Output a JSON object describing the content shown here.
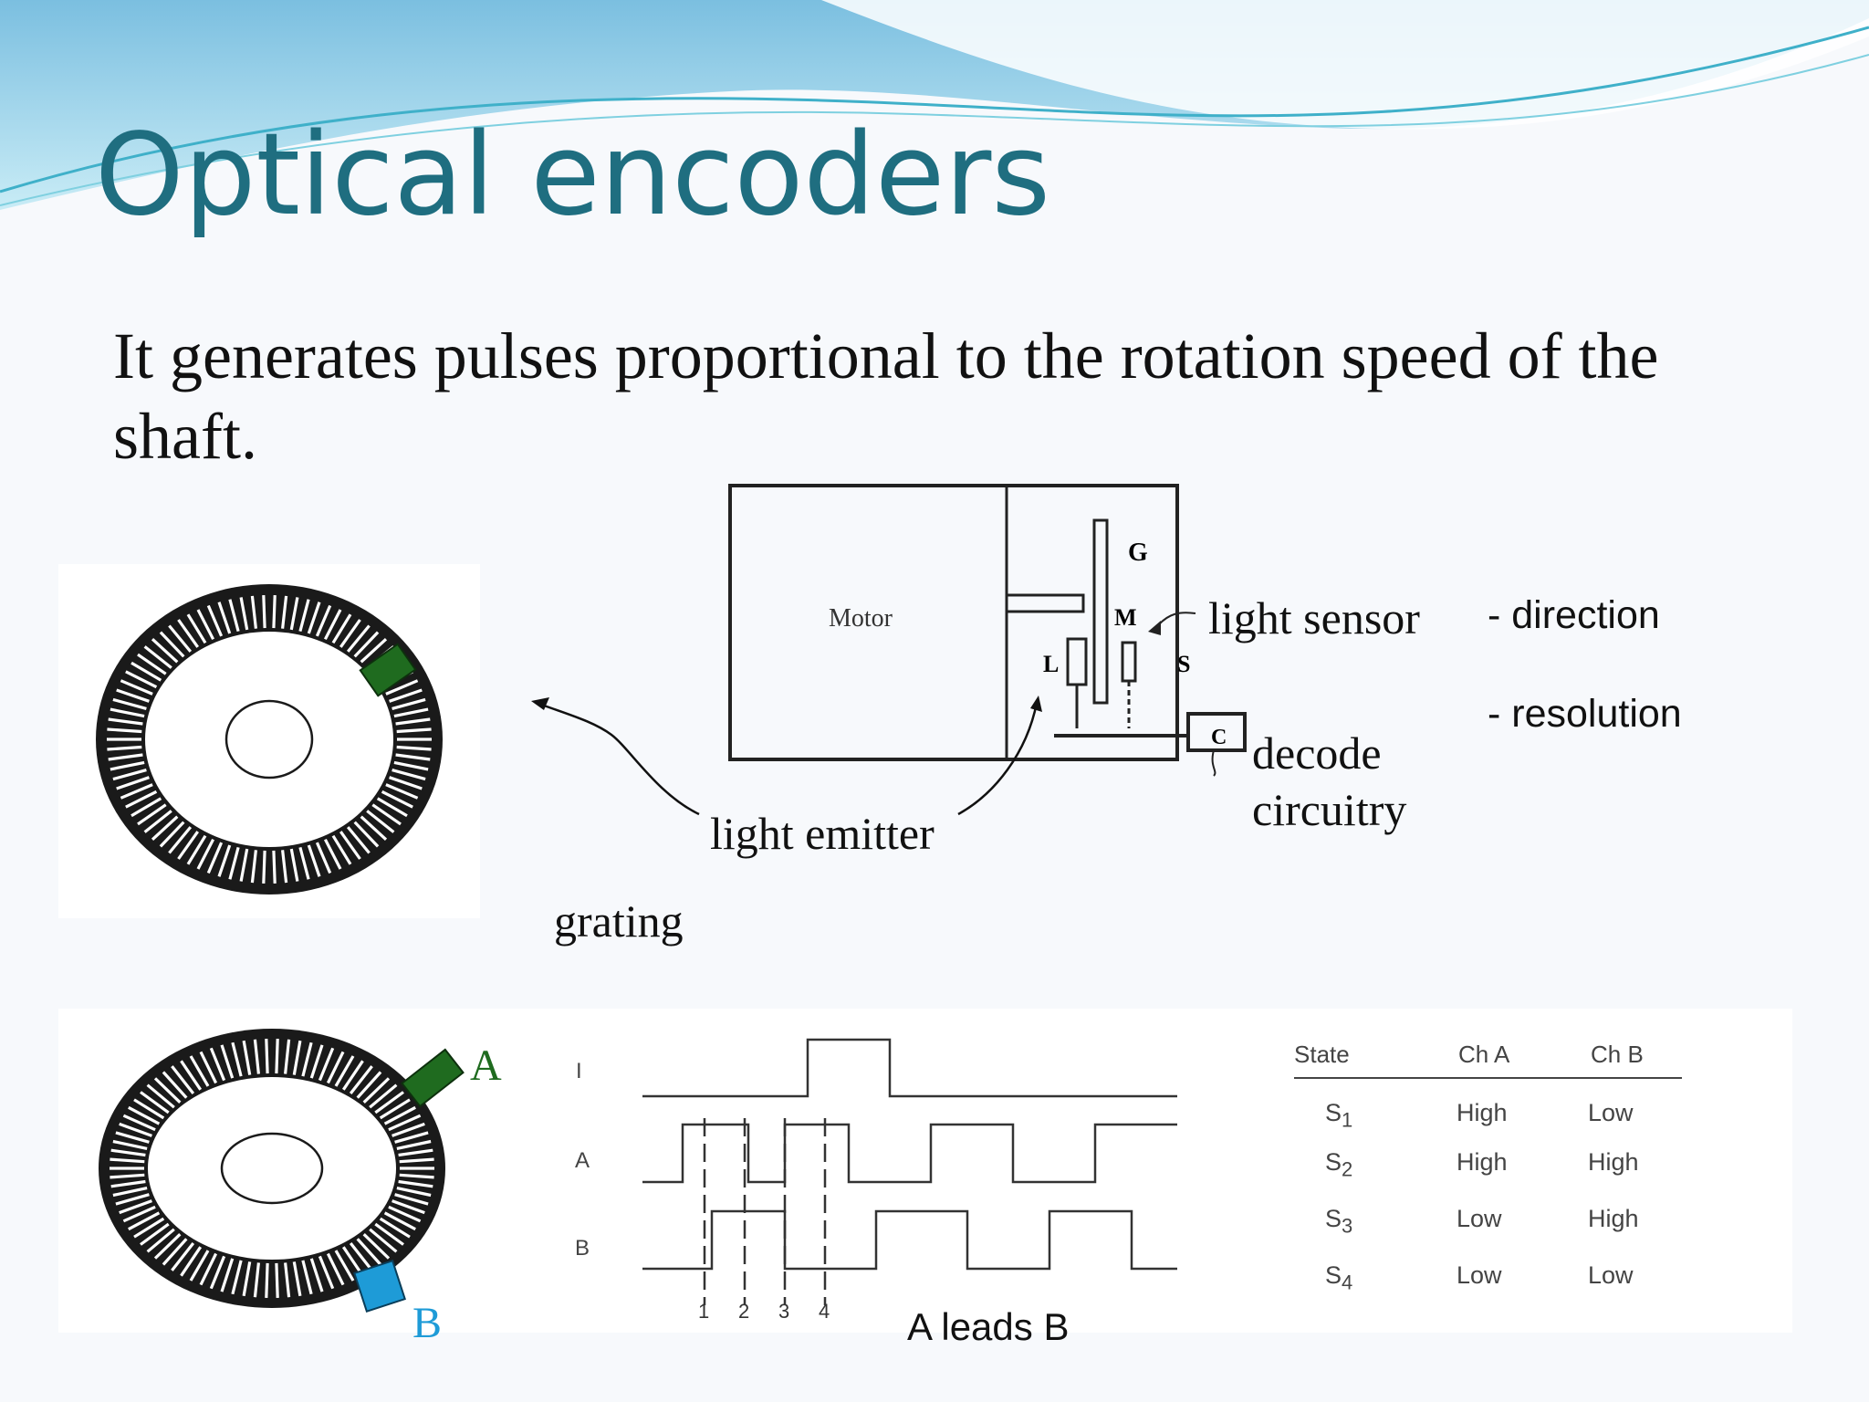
{
  "slide": {
    "title": "Optical encoders",
    "body": "It generates pulses proportional to the rotation speed of the shaft."
  },
  "top_diagram": {
    "motor_label": "Motor",
    "letters": {
      "G": "G",
      "M": "M",
      "L": "L",
      "S": "S",
      "C": "C"
    },
    "light_sensor": "light sensor",
    "decode_line1": "decode",
    "decode_line2": "circuitry",
    "light_emitter": "light emitter",
    "grating": "grating",
    "notes": [
      "- direction",
      "- resolution"
    ]
  },
  "bottom_diagram": {
    "sensor_a": "A",
    "sensor_b": "B",
    "sensor_a_color": "#1f6b1f",
    "sensor_b_color": "#1e9bd7",
    "waveform_rows": [
      "I",
      "A",
      "B"
    ],
    "tick_labels": [
      "1",
      "2",
      "3",
      "4"
    ],
    "caption": "A leads B"
  },
  "state_table": {
    "headers": [
      "State",
      "Ch A",
      "Ch B"
    ],
    "rows": [
      {
        "state": "S",
        "sub": "1",
        "a": "High",
        "b": "Low"
      },
      {
        "state": "S",
        "sub": "2",
        "a": "High",
        "b": "High"
      },
      {
        "state": "S",
        "sub": "3",
        "a": "Low",
        "b": "High"
      },
      {
        "state": "S",
        "sub": "4",
        "a": "Low",
        "b": "Low"
      }
    ]
  },
  "colors": {
    "title": "#1f6e80",
    "wave_top": "#86cbe8"
  }
}
